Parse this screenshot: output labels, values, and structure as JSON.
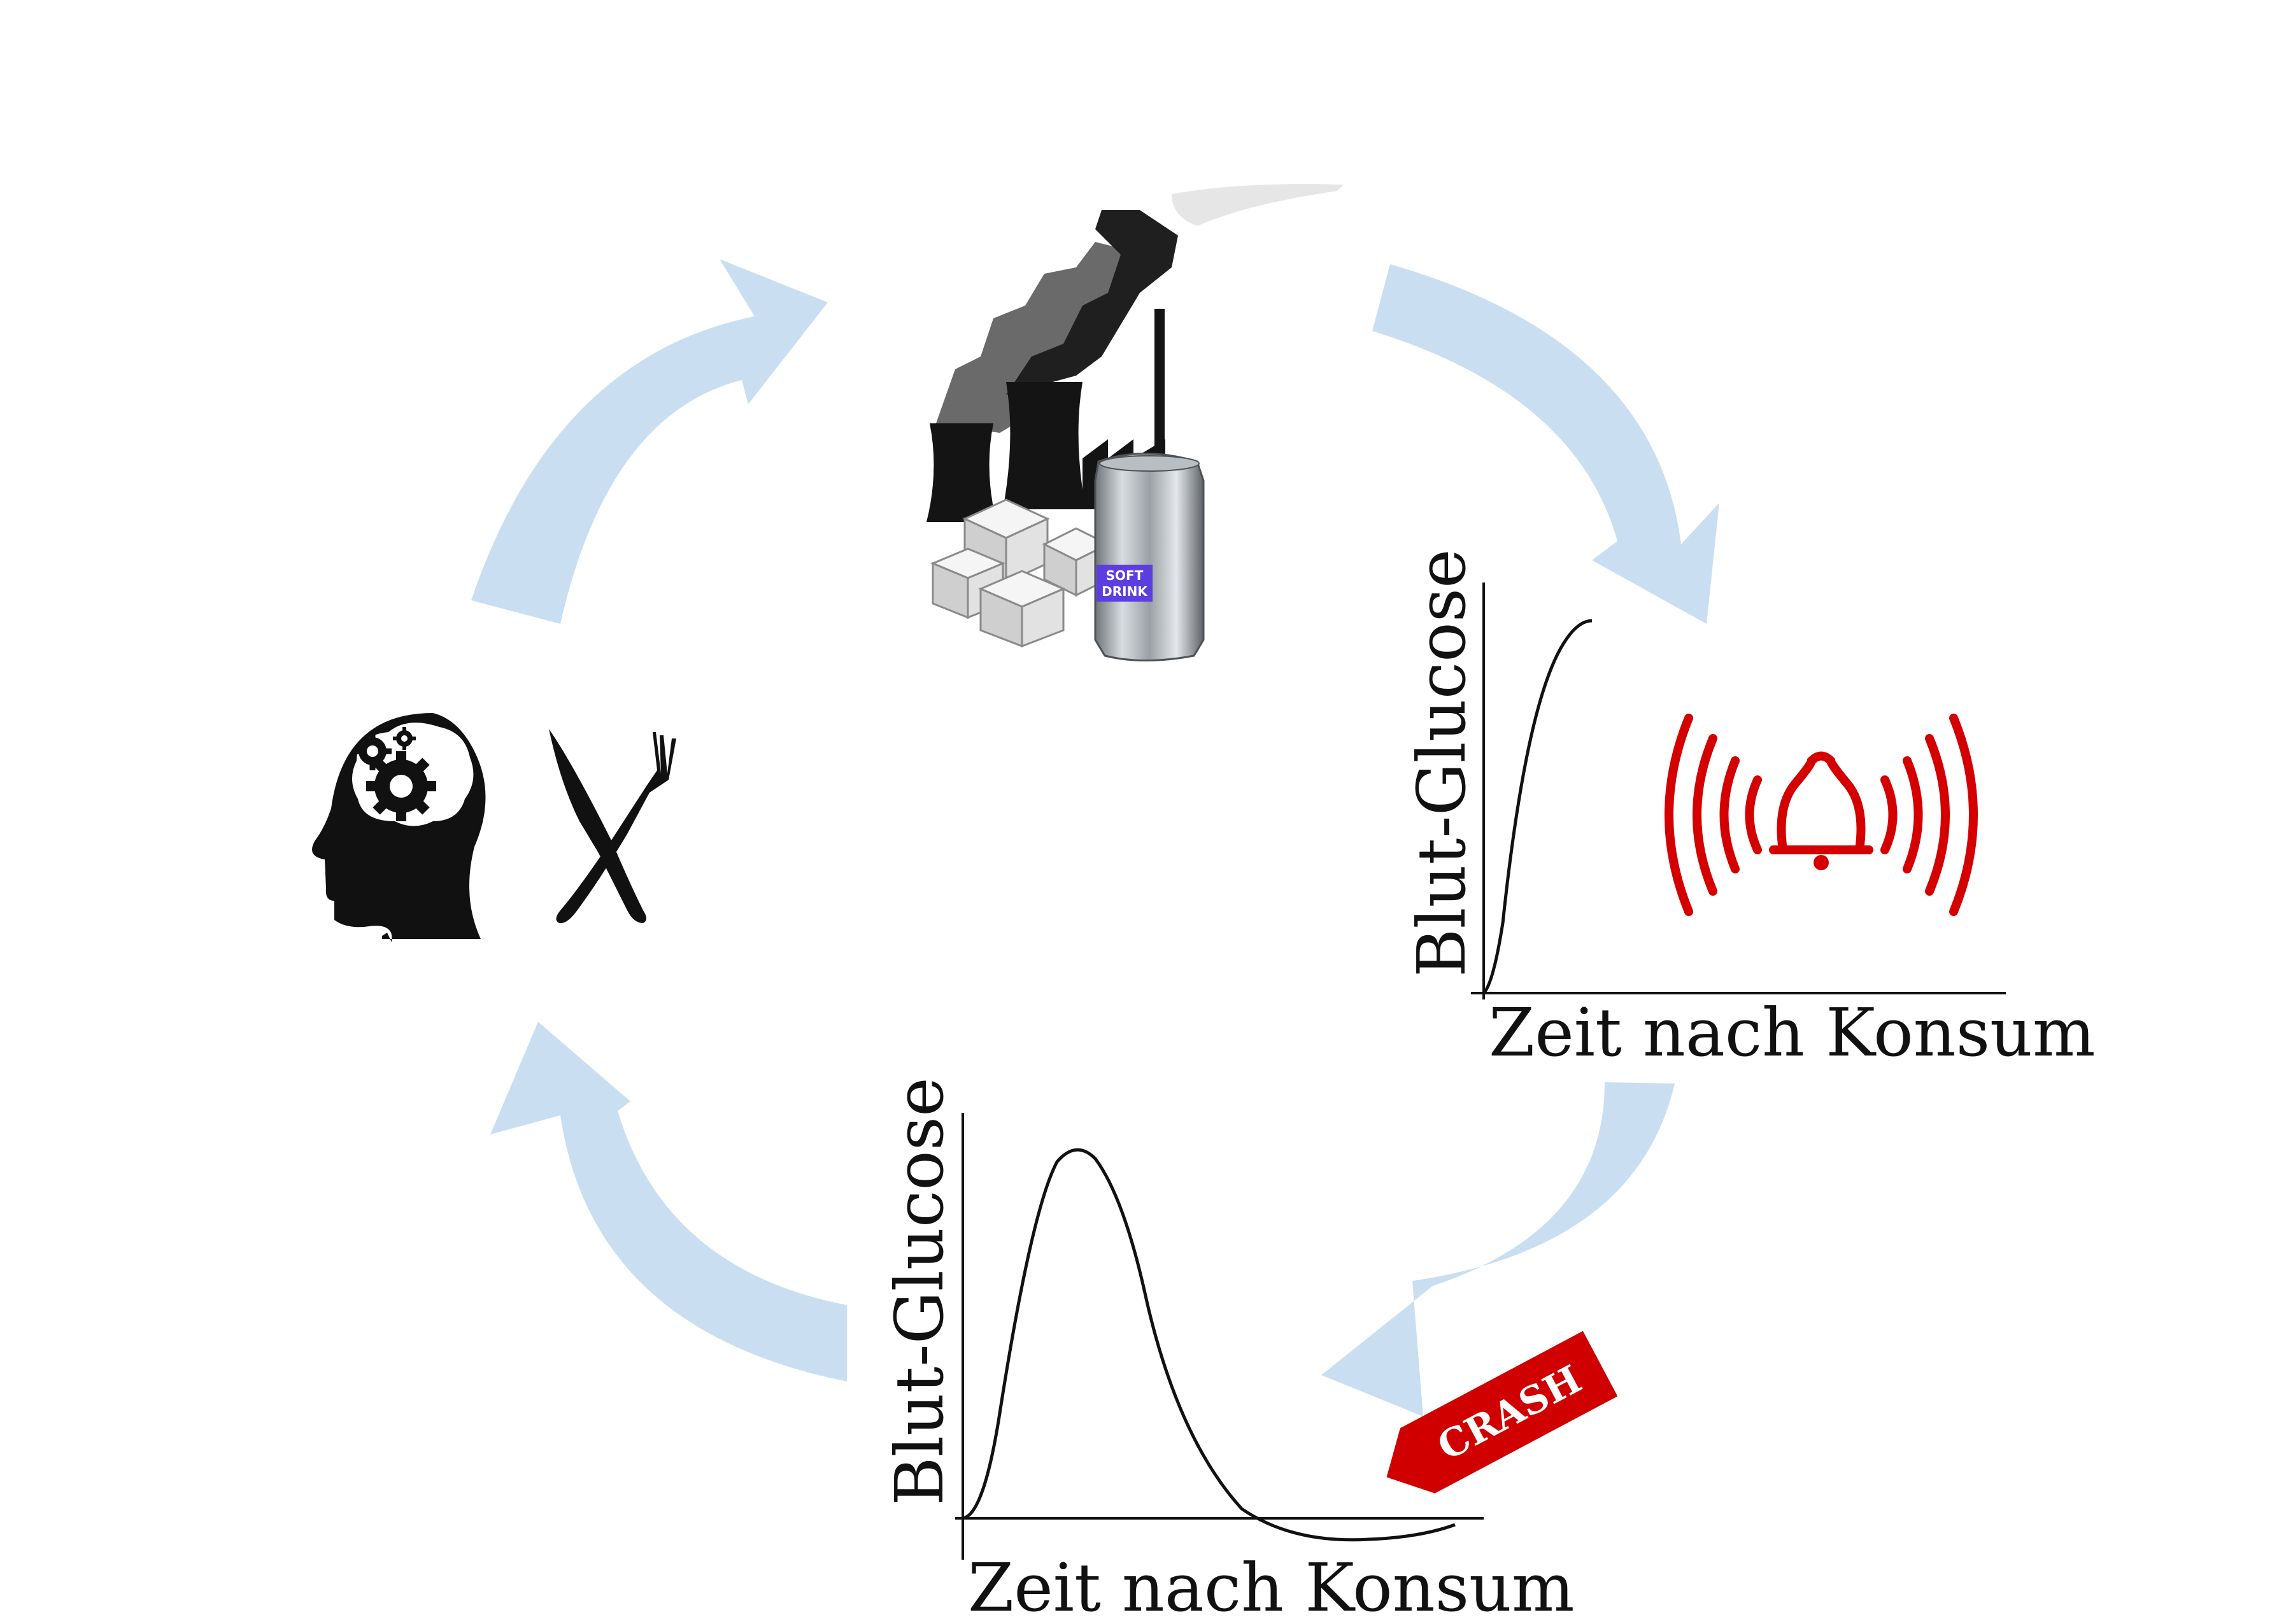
{
  "colors": {
    "cycle_arrow": "#c9dff1",
    "alarm": "#d40000",
    "crash_banner": "#d10000",
    "ink": "#111111"
  },
  "icons": {
    "factory": "factory-smokestacks-icon",
    "sugar": "sugar-cubes-icon",
    "soft_drink": "soft-drink-can-icon",
    "brain": "head-with-gears-icon",
    "cutlery": "crossed-knife-fork-icon",
    "alarm": "alarm-bell-icon"
  },
  "soft_drink": {
    "line1": "SOFT",
    "line2": "DRINK"
  },
  "chart_data": [
    {
      "type": "line",
      "title": "",
      "xlabel": "Zeit nach Konsum",
      "ylabel": "Blut-Glucose",
      "shape": "steep rise to a plateau"
    },
    {
      "type": "line",
      "title": "",
      "xlabel": "Zeit nach Konsum",
      "ylabel": "Blut-Glucose",
      "shape": "sharp peak followed by a drop below baseline",
      "annotation": "CRASH"
    }
  ]
}
